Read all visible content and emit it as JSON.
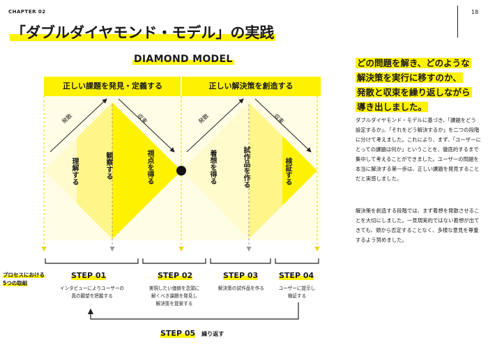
{
  "header": {
    "chapter": "CHAPTER 02",
    "page_number": "18",
    "title": "「ダブルダイヤモンド・モデル」の実践"
  },
  "diagram": {
    "title": "DIAMOND MODEL",
    "sections": [
      {
        "heading": "正しい課題を発見・定義する"
      },
      {
        "heading": "正しい解決策を創造する"
      }
    ],
    "arrows": {
      "diverge": "発散",
      "converge": "収束"
    },
    "phases": [
      "理解する",
      "観察する",
      "視点を得る",
      "着想を得る",
      "試作品を作る",
      "検証する"
    ],
    "process_label": [
      "プロセスにおける",
      "5つの取組"
    ],
    "steps": [
      {
        "label": "STEP 01",
        "desc": [
          "インタビューによりユーザーの",
          "真の願望を把握する"
        ]
      },
      {
        "label": "STEP 02",
        "desc": [
          "実現したい価値を念頭に",
          "解くべき課題を発見し",
          "解決策を提案する"
        ]
      },
      {
        "label": "STEP 03",
        "desc": [
          "解決策の試作品を作る"
        ]
      },
      {
        "label": "STEP 04",
        "desc": [
          "ユーザーに提示し",
          "検証する"
        ]
      }
    ],
    "step5": {
      "label": "STEP 05",
      "desc": "繰り返す"
    }
  },
  "colors": {
    "accent": "#fff200",
    "light": "#fffbcc",
    "mid": "#fff68a"
  },
  "right": {
    "heading_lines": [
      "どの問題を解き、どのような",
      "解決策を実行に移すのか、",
      "発散と収束を繰り返しながら",
      "導き出しました。"
    ],
    "para1": "ダブルダイヤモンド・モデルに基づき、「課題をどう設定するか」、「それをどう解決するか」を二つの段階に分けて考えました。これにより、まず、「ユーザーにとっての課題は何か」ということを、徹底的するまで集中して考えることができました。ユーザーの問題を本当に解決する第一歩は、正しい課題を発見することだと実感しました。",
    "para2": "解決策を創造する段階では、まず着想を発散させることを大切にしました。一見現実的ではない着想が出てきても、頭から否定することなく、多様な意見を尊重するよう努めました。"
  }
}
